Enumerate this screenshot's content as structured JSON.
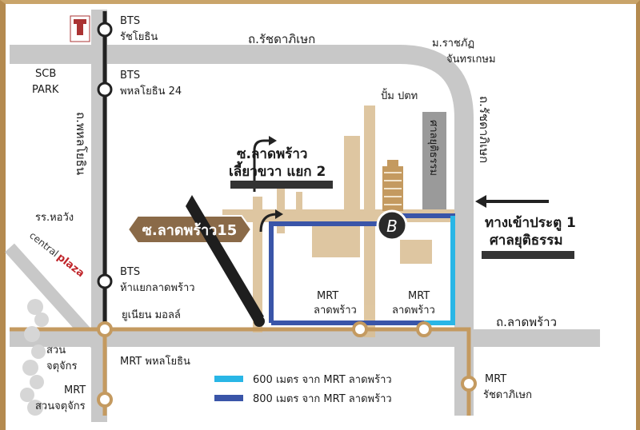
{
  "roads": {
    "ratchada_top": "ถ.รัชดาภิเษก",
    "ratchada_right": "ถ.รัชดาภิเษก",
    "phaholyothin": "ถ.พหลโยธิน",
    "ladprao": "ถ.ลาดพร้าว"
  },
  "places": {
    "scb_park_line1": "SCB",
    "scb_park_line2": "PARK",
    "ratchaphat_line1": "ม.ราชภัฏ",
    "ratchaphat_line2": "จันทรเกษม",
    "gas_station": "ปั้ม ปตท",
    "court_building": "ศาลยุติธรรม",
    "hospital": "รร.หอวัง",
    "central_plaza_prefix": "central",
    "central_plaza_brand": "plaza",
    "union_mall": "ยูเนียน มอลล์",
    "park_line1": "สวน",
    "park_line2": "จตุจักร"
  },
  "stations": {
    "bts_ratchayothin": [
      "BTS",
      "รัชโยธิน"
    ],
    "bts_phaholyothin24": [
      "BTS",
      "พหลโยธิน 24"
    ],
    "bts_haeyaek": [
      "BTS",
      "ห้าแยกลาดพร้าว"
    ],
    "mrt_phaholyothin": "MRT พหลโยธิน",
    "mrt_ladprao_a": [
      "MRT",
      "ลาดพร้าว"
    ],
    "mrt_ladprao_b": [
      "MRT",
      "ลาดพร้าว"
    ],
    "mrt_chatuchak": [
      "MRT",
      "สวนจตุจักร"
    ],
    "mrt_ratchada": [
      "MRT",
      "รัชดาภิเษก"
    ]
  },
  "callouts": {
    "soi_turn_line1": "ซ.ลาดพร้าว",
    "soi_turn_line2": "เลี้ยวขวา แยก 2",
    "soi15": "ซ.ลาดพร้าว15",
    "entrance_line1": "ทางเข้าประตู 1",
    "entrance_line2": "ศาลยุติธรรม"
  },
  "legend": [
    {
      "color": "#29b6e6",
      "label": "600 เมตร จาก MRT ลาดพร้าว"
    },
    {
      "color": "#3a55a8",
      "label": "800 เมตร จาก MRT ลาดพร้าว"
    }
  ],
  "colors": {
    "road": "#c8c8c8",
    "road_dark": "#9a9a9a",
    "gold": "#c49a60",
    "blue_600": "#29b6e6",
    "blue_800": "#3a55a8"
  }
}
